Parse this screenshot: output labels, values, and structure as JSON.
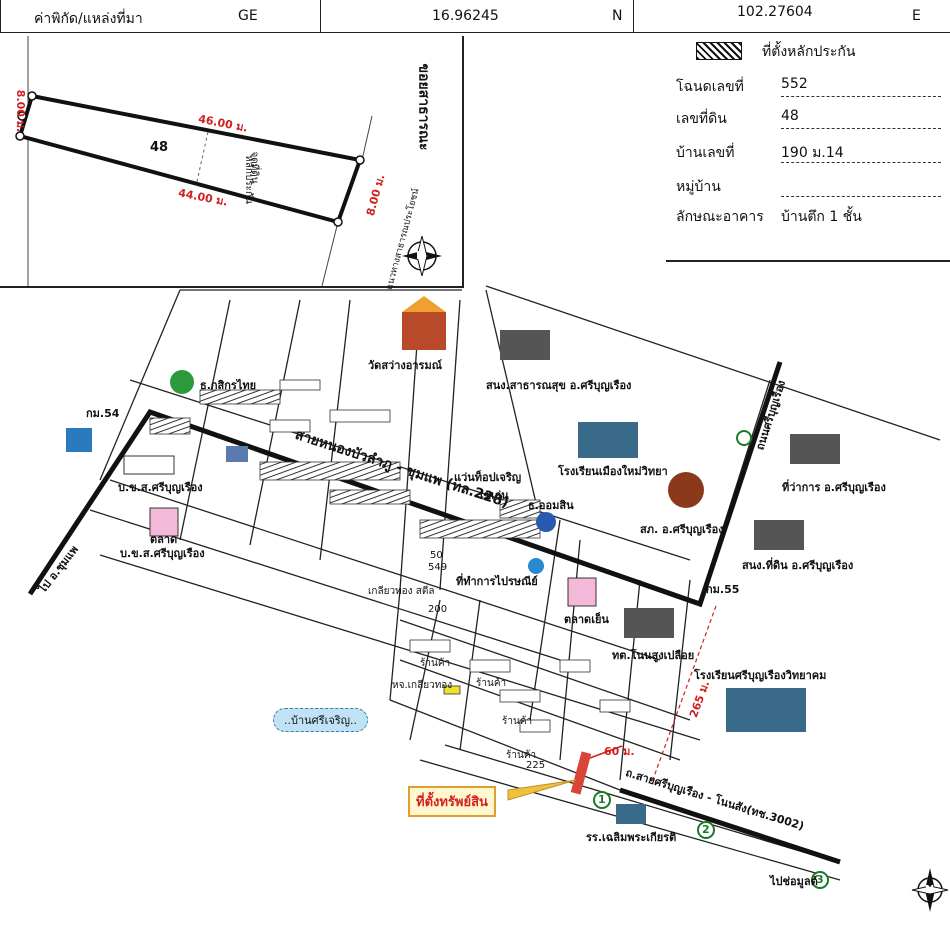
{
  "header": {
    "coord_label": "ค่าพิกัด/แหล่งที่มา",
    "source": "GE",
    "lat": "16.96245",
    "lat_dir": "N",
    "lon": "102.27604",
    "lon_dir": "E"
  },
  "legend": {
    "title": "ที่ตั้งหลักประกัน",
    "rows": [
      {
        "label": "โฉนดเลขที่",
        "value": "552"
      },
      {
        "label": "เลขที่ดิน",
        "value": "48"
      },
      {
        "label": "บ้านเลขที่",
        "value": "190 ม.14"
      },
      {
        "label": "หมู่บ้าน",
        "value": ""
      },
      {
        "label": "ลักษณะอาคาร",
        "value": "บ้านตึก 1 ชั้น"
      }
    ]
  },
  "plot": {
    "parcel_no": "48",
    "side_top": "46.00 ม.",
    "side_bottom": "44.00 ม.",
    "side_left": "8.00 ม.",
    "side_right": "8.00 ม.",
    "north_neighbor": "ขอยสาธารณะ",
    "road_side": "แนวทางสาธารณประโยชน์",
    "note_a": "จดที่ดิน",
    "note_b": "หลักประกัน",
    "compass": "N"
  },
  "map": {
    "temple": "วัดสว่างอารมณ์",
    "health_office": "สนง.สาธารณสุข อ.ศรีบุญเรือง",
    "bank_kasikorn": "ธ.กสิกรไทย",
    "km54": "กม.54",
    "km55": "กม.55",
    "bus_station": "บ.ข.ส.ศรีบุญเรือง",
    "market": "ตลาด",
    "market_sub": "บ.ข.ส.ศรีบุญเรือง",
    "main_road": "สายหนองบัวลำภู - ชุมแพ (ทล.228)",
    "shop_phet": "แว่นท็อปเจริญ",
    "seven": "เซเว่น",
    "gsb": "ธ.ออมสิน",
    "school_mueang": "โรงเรียนเมืองใหม่วิทยา",
    "police": "สภ. อ.ศรีบุญเรือง",
    "district_office": "ที่ว่าการ อ.ศรีบุญเรือง",
    "land_office": "สนง.ที่ดิน อ.ศรีบุญเรือง",
    "post_office": "ที่ทำการไปรษณีย์",
    "evening_market": "ตลาดเย็น",
    "municipality": "ทต.โนนสูงเปลือย",
    "school_sribunruang": "โรงเรียนศรีบุญเรืองวิทยาคม",
    "dist_265": "265 ม.",
    "dist_60": "60 ม.",
    "road_sribun": "ถ.สายศรีบุญเรือง - โนนสัง(ทช.3002)",
    "school_chalerm": "รร.เฉลิมพระเกียรติ",
    "to_chumphae": "ไป อ.ชุมแพ",
    "to_nonsang": "ไปช่อมูลต์",
    "to_north": "ถนนศรีบุญเรือง",
    "village": "..บ้านศรีเจริญ..",
    "property": "ที่ตั้งทรัพย์สิน",
    "shop1": "ร้านค้า",
    "shop2": "ร้านค้า",
    "shop3": "ร้านค้า",
    "shop4": "ร้านค้า",
    "house_200": "200",
    "house_225": "225",
    "house_50": "50",
    "house_549": "549",
    "steel": "เกลียวทอง สตีล",
    "kliaw": "หจ.เกลียวทอง",
    "marker1": "1",
    "marker2": "2",
    "marker3": "3",
    "compass": "N"
  }
}
